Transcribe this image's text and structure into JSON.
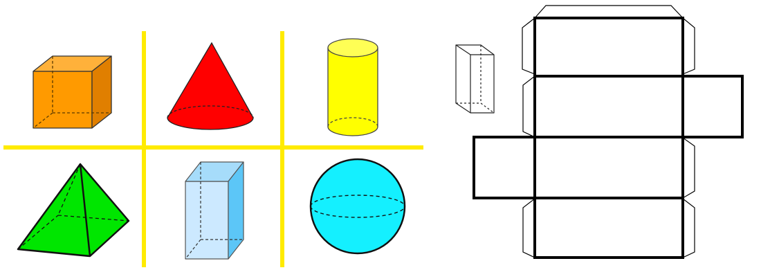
{
  "figure": {
    "left_panel": {
      "grid_line_color": "#ffeb00",
      "shapes": [
        {
          "name": "cube",
          "fill": "#ff9a00"
        },
        {
          "name": "cone",
          "fill": "#ff0000"
        },
        {
          "name": "cylinder",
          "fill": "#ffff00"
        },
        {
          "name": "square-pyramid",
          "fill": "#00ee00"
        },
        {
          "name": "rectangular-prism",
          "fill": "#cce9ff",
          "side_fill": "#5cc6f7"
        },
        {
          "name": "sphere",
          "fill": "#14f0ff"
        }
      ]
    },
    "right_panel": {
      "small_prism": {
        "name": "rectangular-prism-outline"
      },
      "net": {
        "name": "rectangular-prism-net",
        "stroke": "#000000"
      }
    }
  }
}
